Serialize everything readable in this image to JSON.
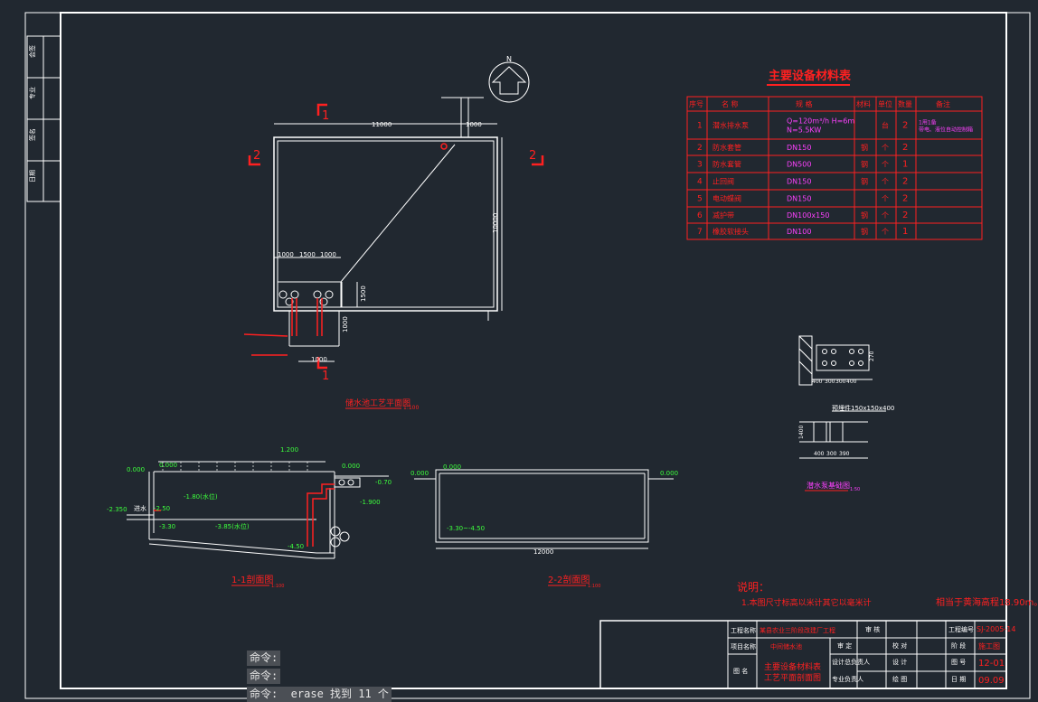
{
  "colors": {
    "background": "#212830",
    "linework": "#ffffff",
    "annotation_red": "#ff2020",
    "dimension_green": "#3cff3c",
    "magenta": "#ff40ff"
  },
  "title_strip": {
    "labels": [
      "会签",
      "专业",
      "签名",
      "日期"
    ]
  },
  "north_arrow": {
    "label": "N"
  },
  "plan": {
    "section_marks": {
      "s1_top": "1",
      "s1_bottom": "1",
      "s2_left": "2",
      "s2_right": "2"
    },
    "dims": {
      "top_width": "11000",
      "top_right": "1000",
      "right_height": "10000",
      "bottom_a": "1000",
      "bottom_b": "1500",
      "bottom_c": "1000",
      "side_small": "1500",
      "pit_bottom": "1000",
      "pit_side": "1000"
    },
    "title": "储水池工艺平面图",
    "scale": "1:100"
  },
  "equipment_table": {
    "title": "主要设备材料表",
    "headers": [
      "序号",
      "名 称",
      "规 格",
      "材料",
      "单位",
      "数量",
      "备注"
    ],
    "rows": [
      {
        "no": "1",
        "name": "潜水排水泵",
        "spec": "Q=120m³/h  H=6m\nN=5.5KW",
        "material": "",
        "unit": "台",
        "qty": "2",
        "note": "1用1备\n带电、液位自动控制箱"
      },
      {
        "no": "2",
        "name": "防水套管",
        "spec": "DN150",
        "material": "钢",
        "unit": "个",
        "qty": "2",
        "note": ""
      },
      {
        "no": "3",
        "name": "防水套管",
        "spec": "DN500",
        "material": "钢",
        "unit": "个",
        "qty": "1",
        "note": ""
      },
      {
        "no": "4",
        "name": "止回阀",
        "spec": "DN150",
        "material": "钢",
        "unit": "个",
        "qty": "2",
        "note": ""
      },
      {
        "no": "5",
        "name": "电动蝶阀",
        "spec": "DN150",
        "material": "",
        "unit": "个",
        "qty": "2",
        "note": ""
      },
      {
        "no": "6",
        "name": "减护带",
        "spec": "DN100x150",
        "material": "钢",
        "unit": "个",
        "qty": "2",
        "note": ""
      },
      {
        "no": "7",
        "name": "橡胶软接头",
        "spec": "DN100",
        "material": "钢",
        "unit": "个",
        "qty": "1",
        "note": ""
      }
    ]
  },
  "pump_foundation": {
    "dims": [
      "400",
      "300",
      "300",
      "400",
      "270",
      "1400",
      "400",
      "300",
      "390"
    ],
    "bolt_label": "预埋件150x150x400",
    "title": "潜水泵基础图",
    "scale": "1:50"
  },
  "section_1_1": {
    "levels": {
      "top": "1.200",
      "ground_left": "0.000",
      "ground_mid": "0.000",
      "ground_right": "0.000",
      "pipe_out": "-0.70",
      "water_high": "-1.80(水位)",
      "pipe_level": "-1.900",
      "inlet": "-2.350",
      "inlet_b": "-2.50",
      "water_low": "-3.30",
      "water_mid": "-3.85(水位)",
      "bottom": "-4.50"
    },
    "inlet_label": "进水",
    "title": "1-1剖面图",
    "scale": "1:100"
  },
  "section_2_2": {
    "levels": {
      "ground_left": "0.000",
      "inner_left": "0.000",
      "ground_right": "0.000",
      "bottom": "-3.30~-4.50"
    },
    "span": "12000",
    "title": "2-2剖面图",
    "scale": "1:100"
  },
  "notes": {
    "heading": "说明：",
    "line1": "1.本图尺寸标高以米计其它以毫米计",
    "right_note": "相当于黄海高程18.90m。"
  },
  "title_block": {
    "project_label": "工程名称",
    "project_value": "某县农业三阶段改建厂工程",
    "item_label": "项目名称",
    "item_value": "中间储水池",
    "drawing_label": "图 名",
    "drawing_value_1": "主要设备材料表",
    "drawing_value_2": "工艺平面剖面图",
    "approve": "审 定",
    "design_lead": "设计总负责人",
    "discipline_lead": "专业负责人",
    "audit": "审 核",
    "check": "校 对",
    "design": "设 计",
    "draw": "绘 图",
    "code_label": "工程编号",
    "code_value": "SJ-2005-14",
    "stage_label": "阶 段",
    "stage_value": "施工图",
    "no_label": "图 号",
    "no_value": "12-01",
    "date_label": "日 期",
    "date_value": "09.09"
  },
  "command_line": {
    "line1": "命令:",
    "line2": "命令:",
    "line3": "命令:  erase 找到 11 个"
  }
}
